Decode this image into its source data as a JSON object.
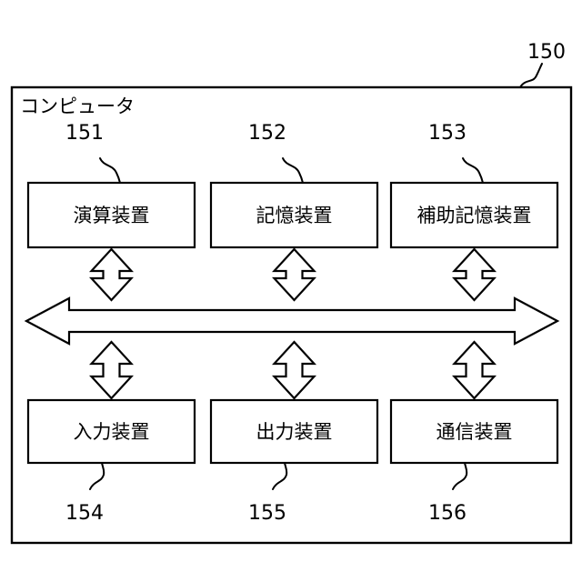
{
  "figure": {
    "title": "コンピュータ",
    "figure_ref": "150",
    "background_color": "#ffffff",
    "line_color": "#000000"
  },
  "components": {
    "top_row": [
      {
        "label": "演算装置",
        "ref": "151"
      },
      {
        "label": "記憶装置",
        "ref": "152"
      },
      {
        "label": "補助記憶装置",
        "ref": "153"
      }
    ],
    "bottom_row": [
      {
        "label": "入力装置",
        "ref": "154"
      },
      {
        "label": "出力装置",
        "ref": "155"
      },
      {
        "label": "通信装置",
        "ref": "156"
      }
    ]
  },
  "bus": {
    "name": "bidirectional-bus",
    "direction": "both"
  },
  "connectors": {
    "name": "bidirectional-connector",
    "direction": "both",
    "count": 6
  }
}
